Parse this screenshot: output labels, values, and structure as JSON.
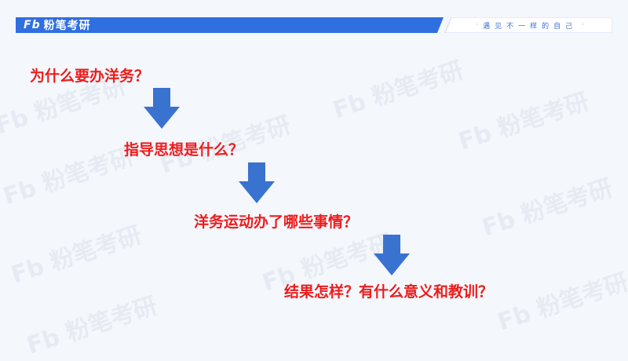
{
  "header": {
    "brand_mark": "Fb",
    "brand_name": "粉笔考研",
    "slogan": "遇见不一样的自己"
  },
  "watermark_text": "Fb 粉笔考研",
  "colors": {
    "header_blue": "#2f6fe0",
    "question_red": "#ee1c1c",
    "arrow_blue": "#3a72d0"
  },
  "steps": [
    {
      "text": "为什么要办洋务？"
    },
    {
      "text": "指导思想是什么？"
    },
    {
      "text": "洋务运动办了哪些事情？"
    },
    {
      "text": "结果怎样？有什么意义和教训？"
    }
  ]
}
